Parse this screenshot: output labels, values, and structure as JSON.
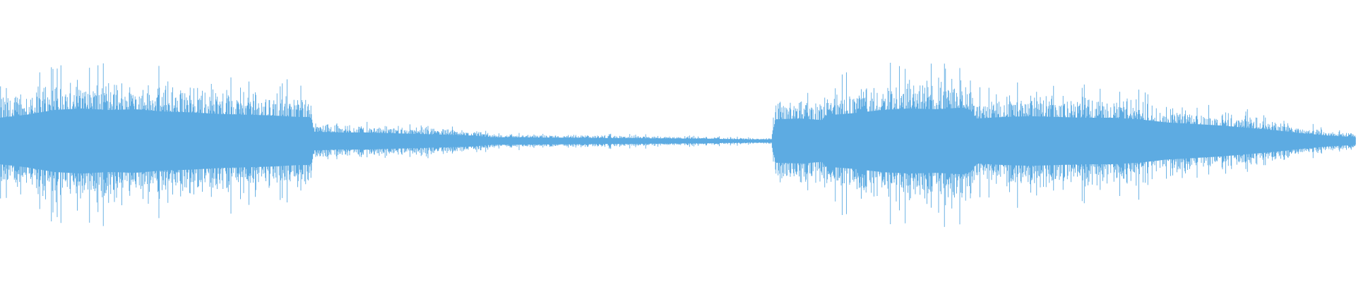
{
  "waveform": {
    "color": "#5DABE2",
    "background": "#ffffff",
    "envelope": [
      [
        0.0,
        0.3
      ],
      [
        0.02,
        0.34
      ],
      [
        0.04,
        0.4
      ],
      [
        0.06,
        0.42
      ],
      [
        0.08,
        0.4
      ],
      [
        0.1,
        0.41
      ],
      [
        0.12,
        0.38
      ],
      [
        0.14,
        0.37
      ],
      [
        0.16,
        0.35
      ],
      [
        0.18,
        0.34
      ],
      [
        0.2,
        0.33
      ],
      [
        0.22,
        0.31
      ],
      [
        0.229,
        0.31
      ],
      [
        0.232,
        0.12
      ],
      [
        0.25,
        0.11
      ],
      [
        0.27,
        0.11
      ],
      [
        0.29,
        0.1
      ],
      [
        0.31,
        0.09
      ],
      [
        0.33,
        0.08
      ],
      [
        0.35,
        0.07
      ],
      [
        0.36,
        0.05
      ],
      [
        0.4,
        0.045
      ],
      [
        0.44,
        0.04
      ],
      [
        0.48,
        0.035
      ],
      [
        0.52,
        0.03
      ],
      [
        0.55,
        0.02
      ],
      [
        0.569,
        0.02
      ],
      [
        0.572,
        0.28
      ],
      [
        0.59,
        0.29
      ],
      [
        0.606,
        0.27
      ],
      [
        0.609,
        0.33
      ],
      [
        0.63,
        0.36
      ],
      [
        0.65,
        0.4
      ],
      [
        0.67,
        0.42
      ],
      [
        0.69,
        0.41
      ],
      [
        0.71,
        0.43
      ],
      [
        0.716,
        0.4
      ],
      [
        0.72,
        0.29
      ],
      [
        0.74,
        0.31
      ],
      [
        0.76,
        0.32
      ],
      [
        0.78,
        0.31
      ],
      [
        0.8,
        0.3
      ],
      [
        0.82,
        0.3
      ],
      [
        0.84,
        0.28
      ],
      [
        0.86,
        0.24
      ],
      [
        0.88,
        0.22
      ],
      [
        0.9,
        0.2
      ],
      [
        0.92,
        0.17
      ],
      [
        0.94,
        0.14
      ],
      [
        0.96,
        0.1
      ],
      [
        0.98,
        0.07
      ],
      [
        1.0,
        0.05
      ]
    ]
  }
}
